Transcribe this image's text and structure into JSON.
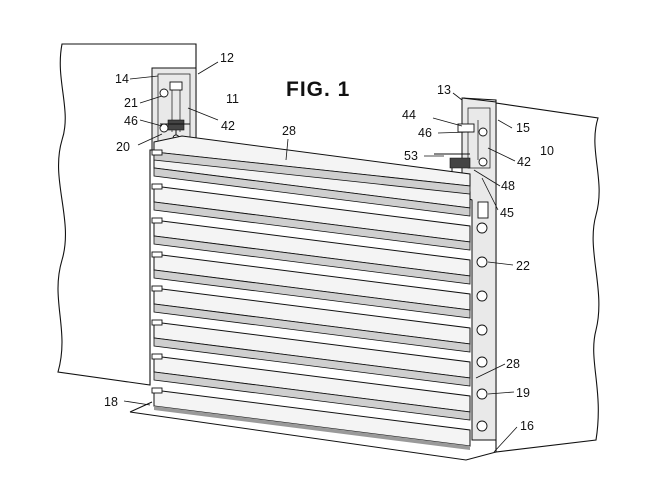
{
  "figure": {
    "title": "FIG. 1"
  },
  "reference_numerals": [
    {
      "id": "ref-12",
      "label": "12"
    },
    {
      "id": "ref-14",
      "label": "14"
    },
    {
      "id": "ref-21",
      "label": "21"
    },
    {
      "id": "ref-11",
      "label": "11"
    },
    {
      "id": "ref-46-left",
      "label": "46"
    },
    {
      "id": "ref-42-left",
      "label": "42"
    },
    {
      "id": "ref-20",
      "label": "20"
    },
    {
      "id": "ref-28-top",
      "label": "28"
    },
    {
      "id": "ref-13",
      "label": "13"
    },
    {
      "id": "ref-44",
      "label": "44"
    },
    {
      "id": "ref-15",
      "label": "15"
    },
    {
      "id": "ref-46-right",
      "label": "46"
    },
    {
      "id": "ref-10",
      "label": "10"
    },
    {
      "id": "ref-42-right",
      "label": "42"
    },
    {
      "id": "ref-53",
      "label": "53"
    },
    {
      "id": "ref-48",
      "label": "48"
    },
    {
      "id": "ref-45",
      "label": "45"
    },
    {
      "id": "ref-22",
      "label": "22"
    },
    {
      "id": "ref-28-right",
      "label": "28"
    },
    {
      "id": "ref-19",
      "label": "19"
    },
    {
      "id": "ref-18",
      "label": "18"
    },
    {
      "id": "ref-16",
      "label": "16"
    }
  ]
}
